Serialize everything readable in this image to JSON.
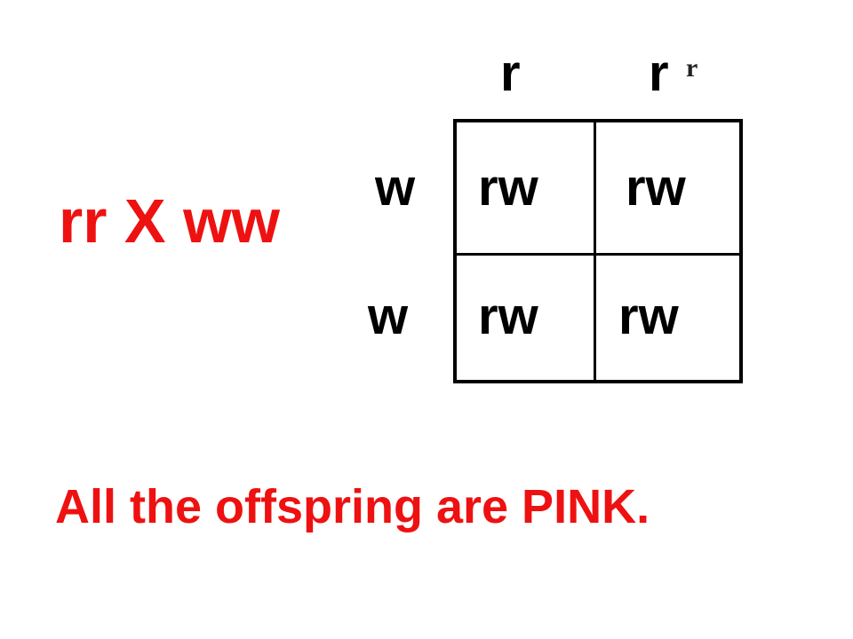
{
  "cross": "rr X ww",
  "header": {
    "col1": "r",
    "col2": "r",
    "stray_mark": "r"
  },
  "rows": [
    {
      "label": "w",
      "cells": [
        "rw",
        "rw"
      ]
    },
    {
      "label": "w",
      "cells": [
        "rw",
        "rw"
      ]
    }
  ],
  "conclusion": "All the offspring are PINK.",
  "colors": {
    "emphasis": "#ee1111",
    "text": "#000000",
    "grid": "#000000"
  }
}
